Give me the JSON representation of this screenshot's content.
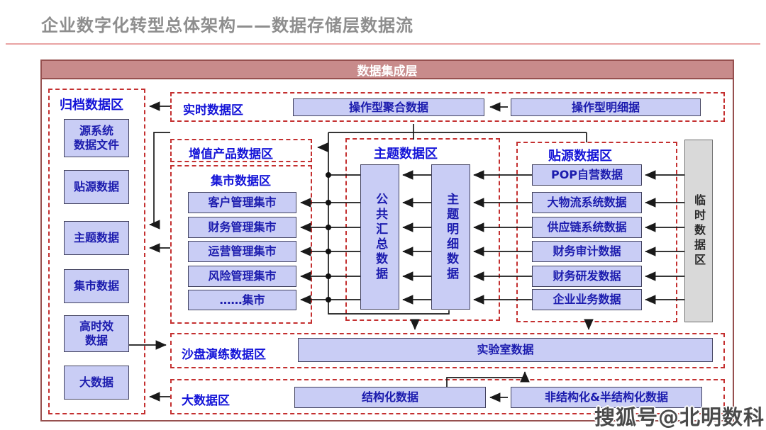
{
  "title": "企业数字化转型总体架构——数据存储层数据流",
  "watermark": "搜狐号@北明数科",
  "integration_layer": {
    "label": "数据集成层"
  },
  "archive": {
    "label": "归档数据区",
    "boxes": [
      "源系统\n数据文件",
      "贴源数据",
      "主题数据",
      "集市数据",
      "高时效\n数据",
      "大数据"
    ]
  },
  "realtime": {
    "label": "实时数据区",
    "boxes": [
      "操作型聚合数据",
      "操作型明细据"
    ]
  },
  "value_added": {
    "label": "增值产品数据区"
  },
  "mart": {
    "label": "集市数据区",
    "boxes": [
      "客户管理集市",
      "财务管理集市",
      "运营管理集市",
      "风险管理集市",
      "……集市"
    ]
  },
  "theme": {
    "label": "主题数据区",
    "boxes": [
      "公共汇总数据",
      "主题明细数据"
    ]
  },
  "source": {
    "label": "贴源数据区",
    "boxes": [
      "POP自营数据",
      "大物流系统数据",
      "供应链系统数据",
      "财务审计数据",
      "财务研发数据",
      "企业业务数据"
    ]
  },
  "temp": {
    "label": "临时数据区"
  },
  "sandbox": {
    "label": "沙盘演练数据区",
    "boxes": [
      "实验室数据"
    ]
  },
  "bigdata": {
    "label": "大数据区",
    "boxes": [
      "结构化数据",
      "非结构化&半结构化数据"
    ]
  },
  "colors": {
    "band_fill": "#c88b8b",
    "frame_border": "#96504f",
    "dashed_border": "#c43030",
    "box_fill": "#c9cdf5",
    "box_text": "#1c1cae",
    "label_text": "#1414d8",
    "temp_fill": "#d9d9d9",
    "line": "#1a1a1a"
  }
}
